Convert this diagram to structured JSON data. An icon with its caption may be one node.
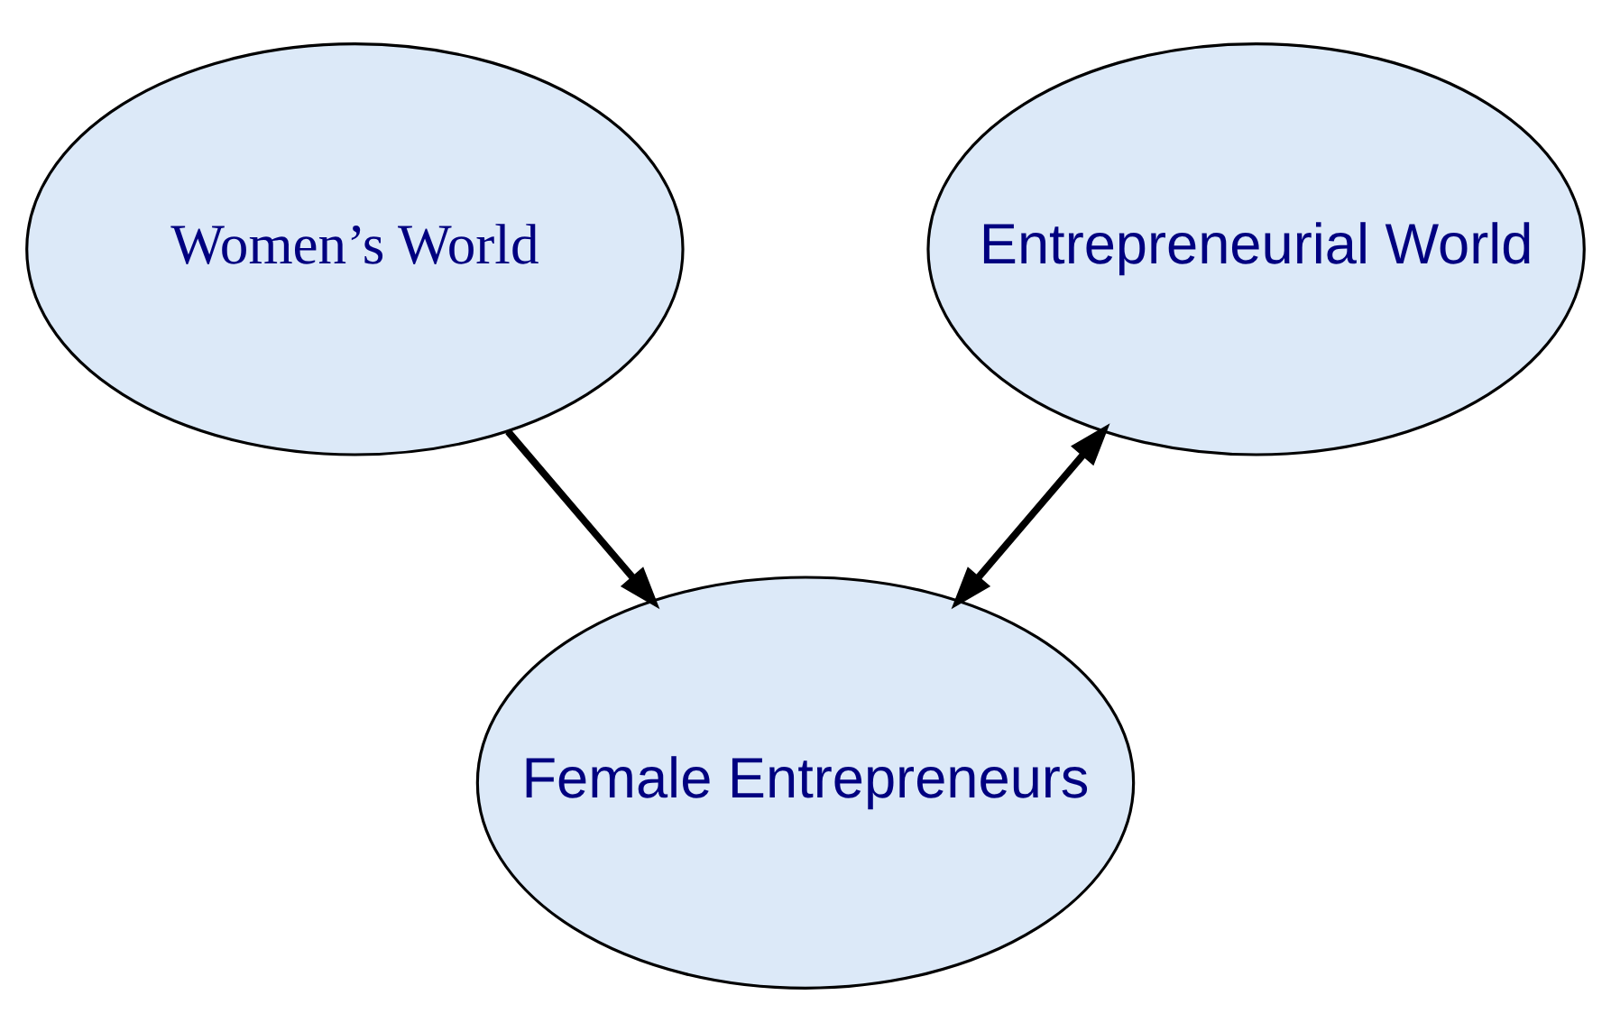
{
  "diagram": {
    "nodes": [
      {
        "text": [
          "Women’s World"
        ]
      },
      {
        "text": [
          "Entrepreneurial World"
        ]
      },
      {
        "text": [
          "Female Entrepreneurs"
        ]
      }
    ],
    "edges": [
      {
        "from": 0,
        "to": 2,
        "arrow": "to"
      },
      {
        "from": 2,
        "to": 1,
        "arrow": "both"
      }
    ]
  }
}
